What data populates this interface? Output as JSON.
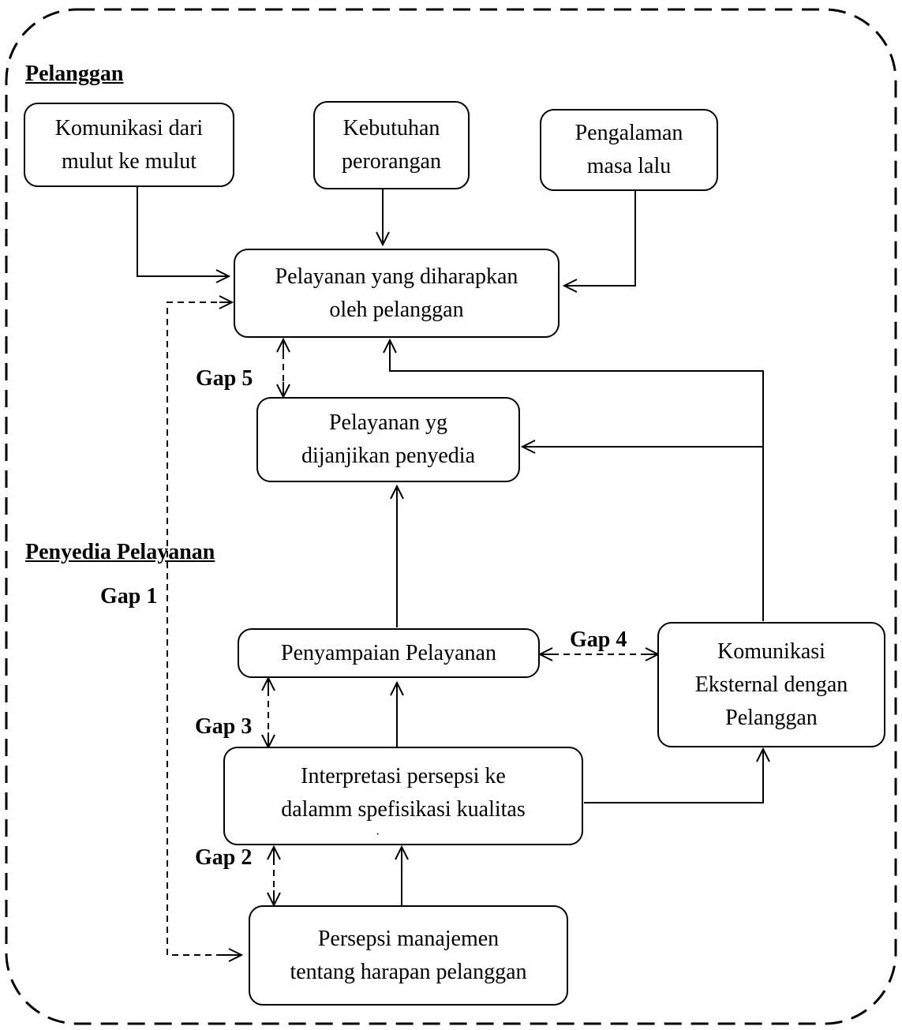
{
  "sections": {
    "customer": "Pelanggan",
    "provider": "Penyedia Pelayanan"
  },
  "boxes": {
    "word_of_mouth": "Komunikasi dari\nmulut ke mulut",
    "personal_needs": "Kebutuhan\nperorangan",
    "past_experience": "Pengalaman\nmasa lalu",
    "expected_service": "Pelayanan yang diharapkan\noleh pelanggan",
    "perceived_service": "Pelayanan yg\ndijanjikan penyedia",
    "service_delivery": "Penyampaian Pelayanan",
    "external_comm": "Komunikasi\nEksternal dengan\nPelanggan",
    "specification": "Interpretasi persepsi ke\ndalamm spefisikasi kualitas",
    "management_perception": "Persepsi manajemen\ntentang harapan pelanggan"
  },
  "gaps": {
    "gap1": "Gap 1",
    "gap2": "Gap 2",
    "gap3": "Gap 3",
    "gap4": "Gap 4",
    "gap5": "Gap 5"
  }
}
